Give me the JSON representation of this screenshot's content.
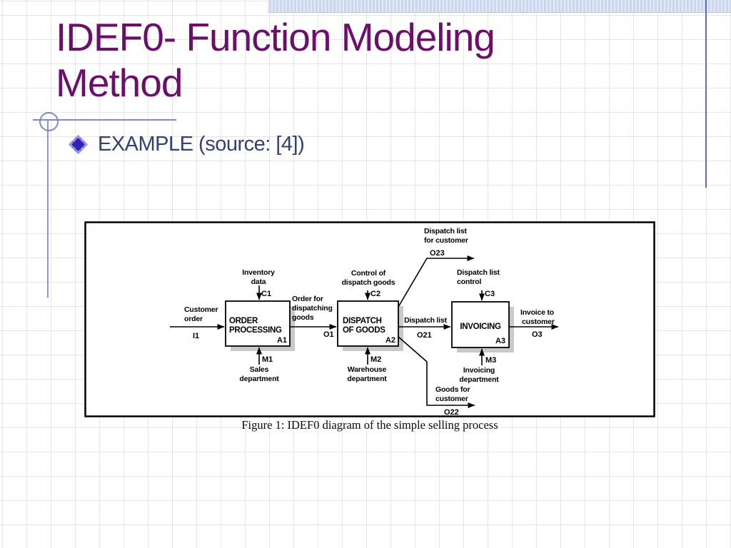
{
  "slide": {
    "title_line1": "IDEF0- Function Modeling",
    "title_line2": "Method",
    "bullet_text": "EXAMPLE (source: [4])"
  },
  "colors": {
    "title_text": "#6b0f6b",
    "bullet_text": "#344070",
    "accent_line": "#7b89c9",
    "top_band": "#ccd6ee",
    "diamond_bullet": "#2d23b5",
    "diagram_ink": "#000000",
    "box_shadow": "#c9c9c9"
  },
  "figure": {
    "caption": "Figure 1: IDEF0 diagram of the simple selling process",
    "boxes": {
      "a1": {
        "line1": "ORDER",
        "line2": "PROCESSING",
        "code": "A1"
      },
      "a2": {
        "line1": "DISPATCH",
        "line2": "OF GOODS",
        "code": "A2"
      },
      "a3": {
        "line1": "INVOICING",
        "code": "A3"
      }
    },
    "arrows": {
      "i1": {
        "line1": "Customer",
        "line2": "order",
        "code": "I1"
      },
      "c1": {
        "line1": "Inventory",
        "line2": "data",
        "code": "C1"
      },
      "m1": {
        "line1": "Sales",
        "line2": "department",
        "code": "M1"
      },
      "o1": {
        "line1": "Order for",
        "line2": "dispatching",
        "line3": "goods",
        "code": "O1"
      },
      "c2": {
        "line1": "Control of",
        "line2": "dispatch goods",
        "code": "C2"
      },
      "m2": {
        "line1": "Warehouse",
        "line2": "department",
        "code": "M2"
      },
      "o21": {
        "line1": "Dispatch list",
        "code": "O21"
      },
      "o23": {
        "line1": "Dispatch list",
        "line2": "for customer",
        "code": "O23"
      },
      "o22": {
        "line1": "Goods for",
        "line2": "customer",
        "code": "O22"
      },
      "c3": {
        "line1": "Dispatch list",
        "line2": "control",
        "code": "C3"
      },
      "m3": {
        "line1": "Invoicing",
        "line2": "department",
        "code": "M3"
      },
      "o3": {
        "line1": "Invoice to",
        "line2": "customer",
        "code": "O3"
      }
    }
  }
}
